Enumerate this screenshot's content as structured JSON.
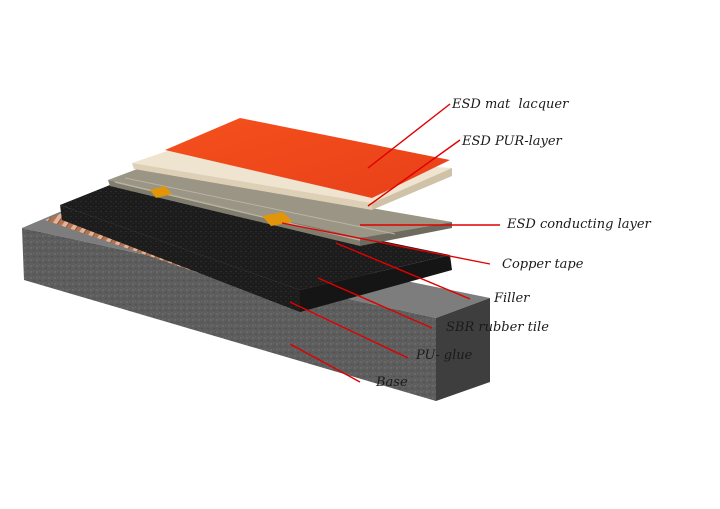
{
  "labels": [
    {
      "id": "esd-mat-lacquer",
      "text": "ESD mat  lacquer"
    },
    {
      "id": "esd-pur-layer",
      "text": "ESD PUR-layer"
    },
    {
      "id": "esd-conducting-layer",
      "text": "ESD conducting layer"
    },
    {
      "id": "copper-tape",
      "text": "Copper tape"
    },
    {
      "id": "filler",
      "text": "Filler"
    },
    {
      "id": "sbr-rubber-tile",
      "text": "SBR rubber tile"
    },
    {
      "id": "pu-glue",
      "text": "PU- glue"
    },
    {
      "id": "base",
      "text": "Base"
    }
  ],
  "colors": {
    "leader_line": "#e00000",
    "lacquer": "#f04a1a",
    "pur_layer": "#e8dcc8",
    "conducting_layer": "#9a9585",
    "copper_tape": "#d8920a",
    "rubber": "#1e1e1e",
    "glue_copper": "#b57a55",
    "concrete": "#5a5a5a"
  }
}
